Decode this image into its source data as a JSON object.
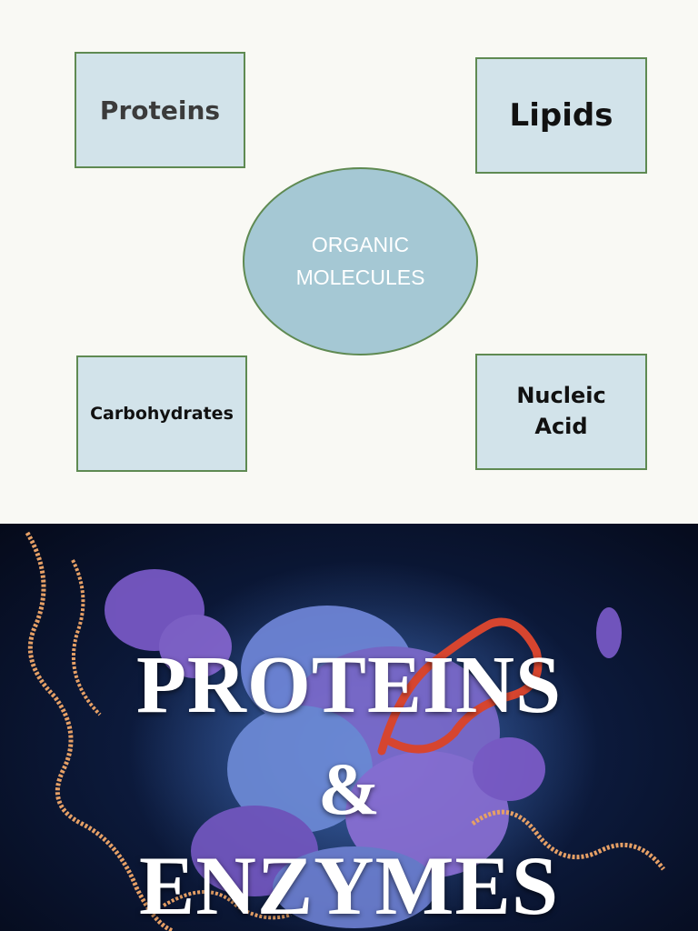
{
  "diagram": {
    "center": {
      "line1": "ORGANIC",
      "line2": "MOLECULES"
    },
    "boxes": {
      "proteins": "Proteins",
      "lipids": "Lipids",
      "carbohydrates": "Carbohydrates",
      "nucleic_line1": "Nucleic",
      "nucleic_line2": "Acid"
    }
  },
  "title_slide": {
    "line1": "PROTEINS",
    "line2": "&",
    "line3": "ENZYMES"
  },
  "colors": {
    "box_fill": "#d2e3ea",
    "box_border": "#5f8a52",
    "oval_fill": "#a5c8d4",
    "background": "#f9f9f4",
    "title_bg": "#0c1a3c"
  }
}
